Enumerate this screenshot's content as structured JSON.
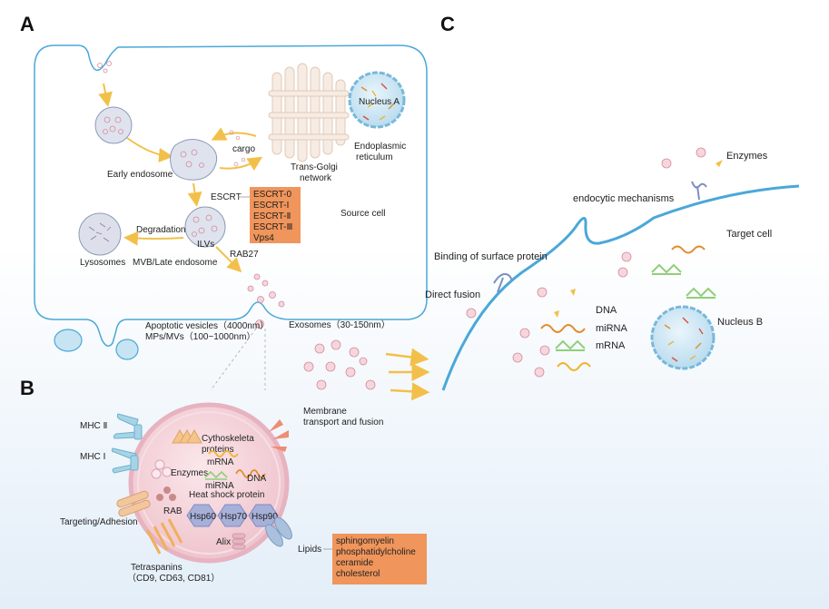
{
  "panels": {
    "a": "A",
    "b": "B",
    "c": "C"
  },
  "panel_a": {
    "cargo": "cargo",
    "early_endosome": "Early endosome",
    "trans_golgi": [
      "Trans-Golgi",
      "network"
    ],
    "endoplasmic_reticulum": [
      "Endoplasmic",
      "reticulum"
    ],
    "nucleus_a": "Nucleus A",
    "escrt": "ESCRT",
    "escrt_box": [
      "ESCRT-0",
      "ESCRT-Ⅰ",
      "ESCRT-Ⅱ",
      "ESCRT-Ⅲ",
      "Vps4"
    ],
    "source_cell": "Source cell",
    "degradation": "Degradation",
    "ilvs": "ILVs",
    "lysosomes": "Lysosomes",
    "mvb": "MVB/Late endosome",
    "rab27": "RAB27",
    "apoptotic": "Apoptotic vesicles（4000nm）",
    "mps": "MPs/MVs（100~1000nm）",
    "exosomes": "Exosomes（30-150nm）"
  },
  "panel_b": {
    "mhc2": "MHC Ⅱ",
    "mhc1": "MHC Ⅰ",
    "cytoskeleta": [
      "Cythoskeleta",
      "proteins"
    ],
    "membrane": [
      "Membrane",
      "transport and fusion"
    ],
    "mrna": "mRNA",
    "enzymes": "Enzymes",
    "dna": "DNA",
    "mirna": "miRNA",
    "heat_shock": "Heat shock protein",
    "rab": "RAB",
    "hsp60": "Hsp60",
    "hsp70": "Hsp70",
    "hsp90": "Hsp90",
    "targeting": "Targeting/Adhesion",
    "alix": "Alix",
    "lipids": "Lipids",
    "lipids_box": [
      "sphingomyelin",
      "phosphatidylcholine",
      "ceramide",
      "cholesterol"
    ],
    "tetraspanins": [
      "Tetraspanins",
      "（CD9, CD63, CD81）"
    ]
  },
  "panel_c": {
    "enzymes": "Enzymes",
    "endocytic": "endocytic mechanisms",
    "target_cell": "Target cell",
    "binding": "Binding of surface protein",
    "direct_fusion": "Direct fusion",
    "dna": "DNA",
    "mirna": "miRNA",
    "mrna": "mRNA",
    "nucleus_b": "Nucleus B"
  },
  "colors": {
    "membrane": "#4aa8d8",
    "arrow": "#f2c04a",
    "orange_box": "#f0955b",
    "vesicle": "#e9c3cf",
    "nucleus": "#c7e4f3",
    "b_sphere": "#f6d6dd"
  }
}
